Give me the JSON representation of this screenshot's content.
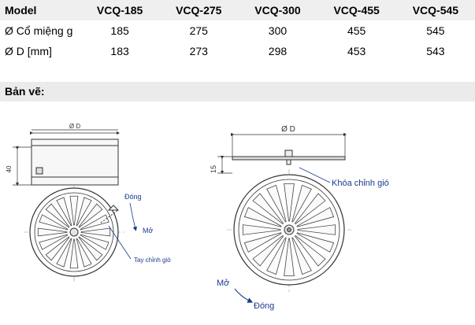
{
  "spec_table": {
    "columns": [
      "Model",
      "VCQ-185",
      "VCQ-275",
      "VCQ-300",
      "VCQ-455",
      "VCQ-545"
    ],
    "rows": [
      {
        "label": "Ø Cổ miệng g",
        "values": [
          "185",
          "275",
          "300",
          "455",
          "545"
        ]
      },
      {
        "label": "Ø D [mm]",
        "values": [
          "183",
          "273",
          "298",
          "453",
          "543"
        ]
      }
    ]
  },
  "section_title": "Bản vẽ:",
  "drawing_small": {
    "dim_diameter": "Ø D",
    "dim_height": "40",
    "label_close": "Đóng",
    "label_open": "Mở",
    "label_lever": "Tay chỉnh gió"
  },
  "drawing_large": {
    "dim_diameter": "Ø D",
    "dim_height": "15",
    "label_lock": "Khóa chỉnh gió",
    "label_open": "Mở",
    "label_close": "Đóng"
  },
  "colors": {
    "header_bg": "#efefef",
    "section_bg": "#ebebeb",
    "annotation": "#1a3a8f",
    "line": "#333333"
  }
}
